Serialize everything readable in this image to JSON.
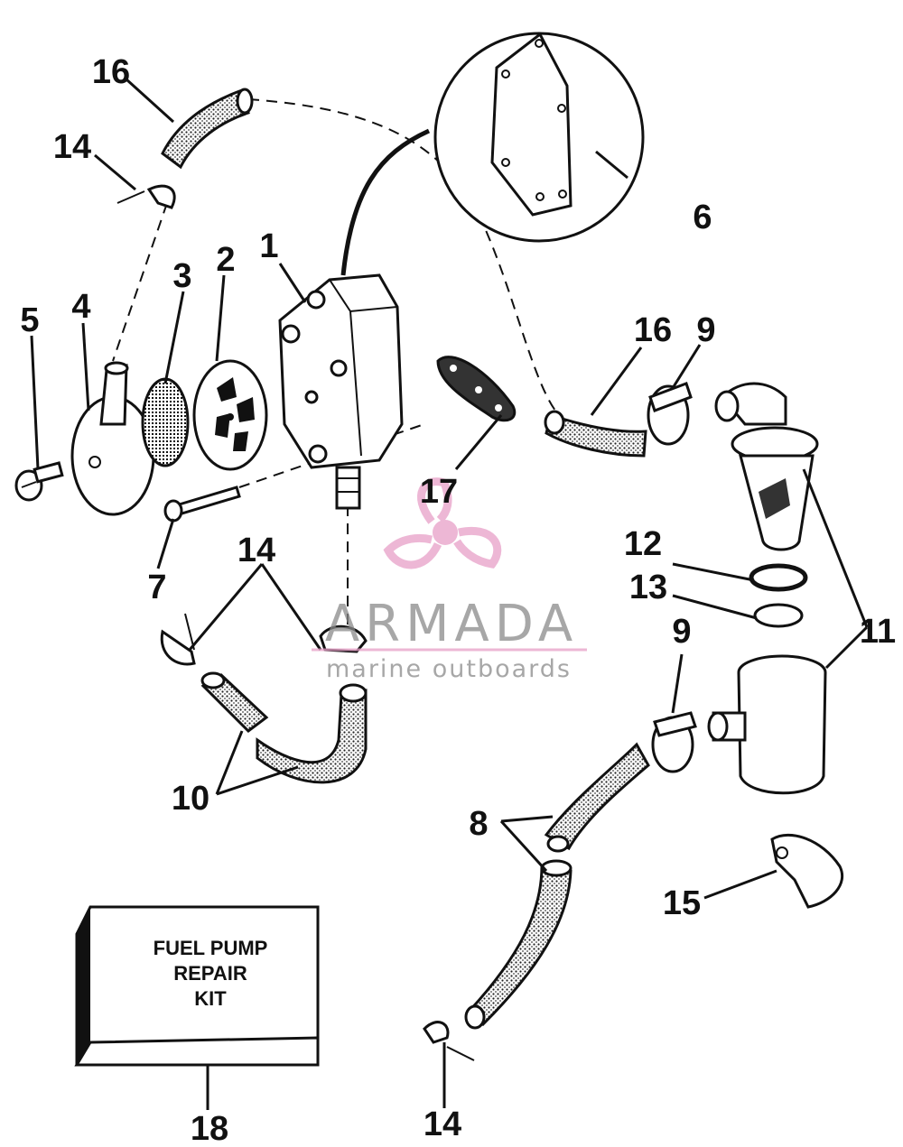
{
  "callouts": {
    "c1": "1",
    "c2": "2",
    "c3": "3",
    "c4": "4",
    "c5": "5",
    "c6": "6",
    "c7": "7",
    "c8": "8",
    "c9a": "9",
    "c9b": "9",
    "c10": "10",
    "c11": "11",
    "c12": "12",
    "c13": "13",
    "c14a": "14",
    "c14b": "14",
    "c14c": "14",
    "c15": "15",
    "c16a": "16",
    "c16b": "16",
    "c17": "17",
    "c18": "18"
  },
  "kit_box": {
    "line1": "FUEL PUMP",
    "line2": "REPAIR",
    "line3": "KIT"
  },
  "watermark": {
    "brand": "ARMADA",
    "tagline": "marine outboards"
  },
  "colors": {
    "ink": "#111111",
    "watermark": "#e8a0c8",
    "watermark_text": "#8a8a8a"
  }
}
